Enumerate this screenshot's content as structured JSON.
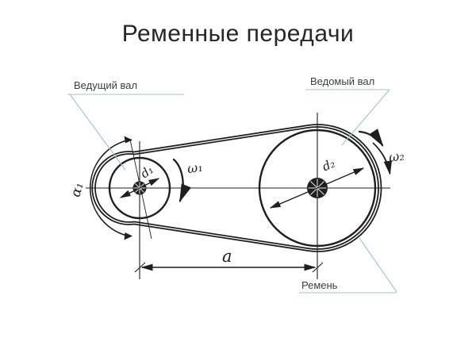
{
  "title": "Ременные передачи",
  "colors": {
    "background": "#ffffff",
    "title_text": "#262626",
    "diagram_ink": "#1f1f1f",
    "label_text": "#3d3d3d",
    "leader_line": "#a9bfcd"
  },
  "labels": {
    "drive_shaft": "Ведущий вал",
    "driven_shaft": "Ведомый вал",
    "belt": "Ремень",
    "wrap_angle": "α₁",
    "omega_small": "ω₁",
    "omega_large": "ω₂",
    "diameter_small": "d₁",
    "diameter_large": "d₂",
    "center_distance": "a"
  }
}
